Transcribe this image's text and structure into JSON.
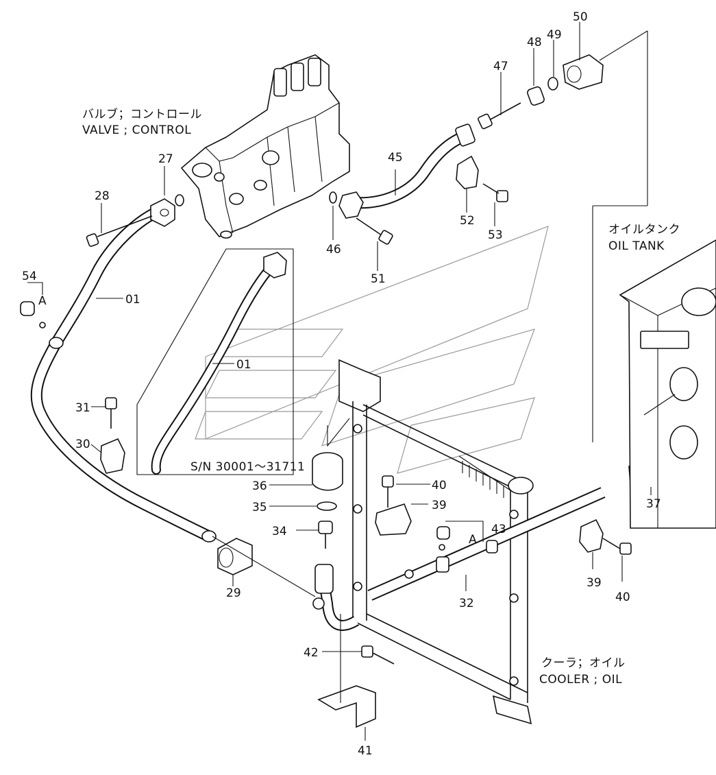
{
  "labels": {
    "valve_jp": "バルブ；コントロール",
    "valve_en": "VALVE ; CONTROL",
    "oiltank_jp": "オイルタンク",
    "oiltank_en": "OIL  TANK",
    "cooler_jp": "クーラ；オイル",
    "cooler_en": "COOLER ; OIL",
    "serial_range": "S/N  30001～31711",
    "ref_a1": "A",
    "ref_a2": "A"
  },
  "parts": {
    "p01a": "01",
    "p01b": "01",
    "p27": "27",
    "p28": "28",
    "p29": "29",
    "p30": "30",
    "p31": "31",
    "p32": "32",
    "p34": "34",
    "p35": "35",
    "p36": "36",
    "p37": "37",
    "p39a": "39",
    "p39b": "39",
    "p40a": "40",
    "p40b": "40",
    "p41": "41",
    "p42": "42",
    "p43": "43",
    "p45": "45",
    "p46": "46",
    "p47": "47",
    "p48": "48",
    "p49": "49",
    "p50": "50",
    "p51": "51",
    "p52": "52",
    "p53": "53",
    "p54": "54"
  }
}
